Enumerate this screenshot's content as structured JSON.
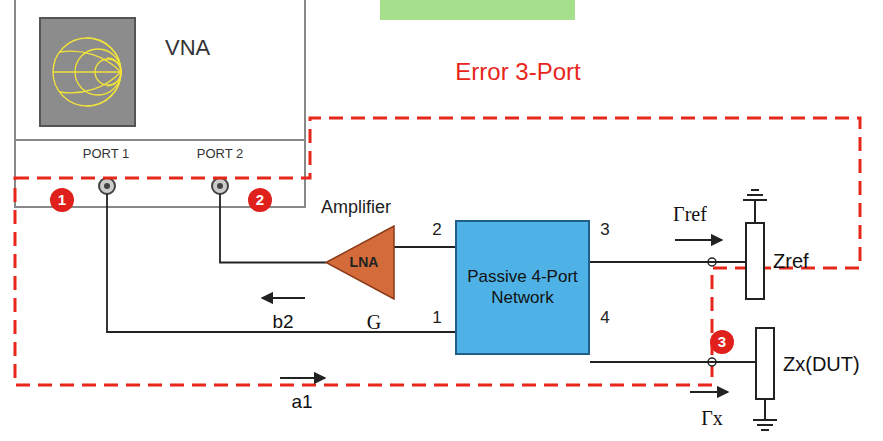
{
  "diagram": {
    "nodes": [
      {
        "text": [
          "VNA"
        ]
      },
      {
        "text": [
          "LNA"
        ]
      },
      {
        "text": [
          "Passive 4-Port Network"
        ]
      },
      {
        "text": [
          "Zref"
        ]
      },
      {
        "text": [
          "Zx(DUT)"
        ]
      }
    ],
    "edges": [
      {
        "from": 0,
        "to": 2,
        "arrow": "none"
      },
      {
        "from": 2,
        "to": 1,
        "arrow": "none"
      },
      {
        "from": 1,
        "to": 0,
        "arrow": "none"
      },
      {
        "from": 2,
        "to": 3,
        "arrow": "none"
      },
      {
        "from": 2,
        "to": 4,
        "arrow": "none"
      }
    ],
    "labels": [
      "Error 3-Port",
      "PORT 1",
      "PORT 2",
      "1",
      "2",
      "Amplifier",
      "2",
      "3",
      "1",
      "4",
      "3",
      "Γref",
      "G",
      "b2",
      "a1",
      "Γx"
    ]
  }
}
